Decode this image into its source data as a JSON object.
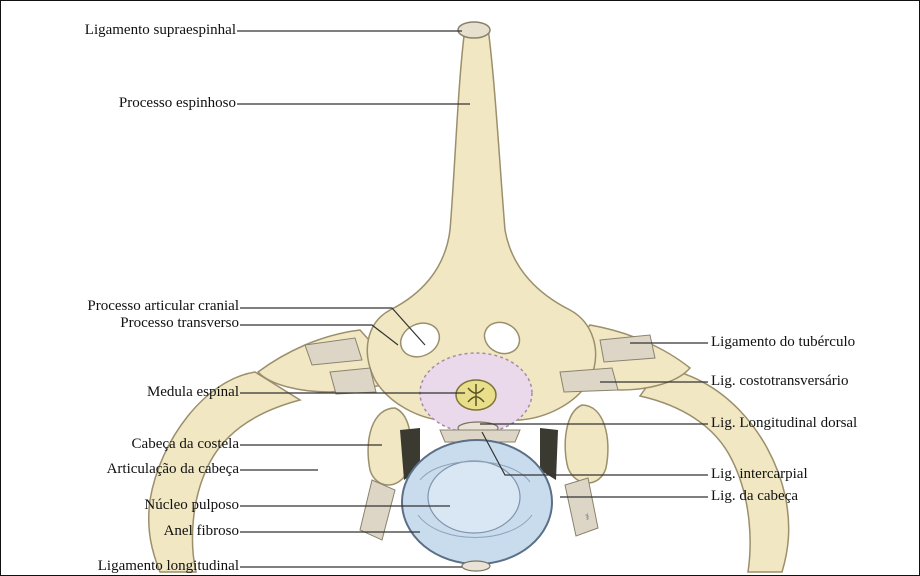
{
  "labels": {
    "ligamento_supraespinhal": "Ligamento supraespinhal",
    "processo_espinhoso": "Processo espinhoso",
    "processo_articular_cranial": "Processo articular cranial",
    "processo_transverso": "Processo transverso",
    "medula_espinal": "Medula espinal",
    "cabeca_da_costela": "Cabeça da costela",
    "articulacao_da_cabeca": "Articulação da cabeça",
    "nucleo_pulposo": "Núcleo pulposo",
    "anel_fibroso": "Anel fibroso",
    "ligamento_longitudinal": "Ligamento longitudinal",
    "ligamento_do_tuberculo": "Ligamento do tubérculo",
    "lig_costotransversario": "Lig. costotransversário",
    "lig_longitudinal_dorsal": "Lig. Longitudinal dorsal",
    "lig_intercarpial": "Lig. intercarpial",
    "lig_da_cabeca": "Lig. da cabeça"
  },
  "colors": {
    "bone": "#f1e7c3",
    "bone_outline": "#9b8f6c",
    "disc": "#c9dcee",
    "disc_outline": "#5b6f86",
    "cord_sheath": "#ead9ea",
    "cord_core": "#e9df8a",
    "ligament": "#d9d2c4",
    "leader_line": "#333333"
  }
}
